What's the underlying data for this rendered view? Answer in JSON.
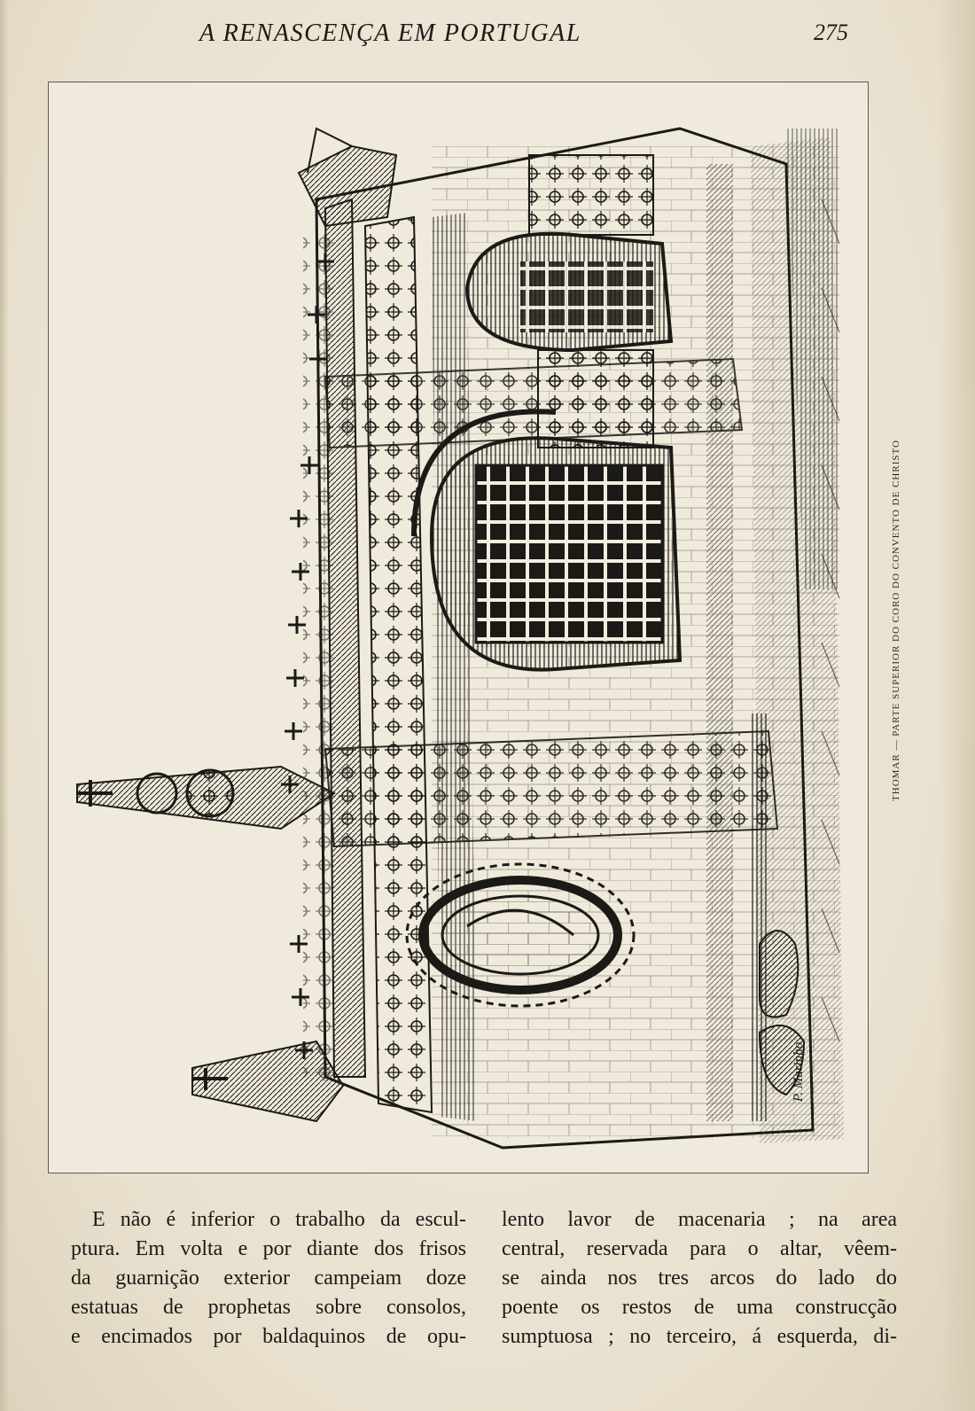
{
  "header": {
    "running_title": "A RENASCENÇA EM PORTUGAL",
    "page_number": "275"
  },
  "illustration": {
    "caption": "THOMAR — PARTE SUPERIOR DO CORO DO CONVENTO DE CHRISTO",
    "signature": "P. Marinho"
  },
  "body": {
    "left_column": [
      "E não é inferior o trabalho da escul-",
      "ptura. Em volta e por diante dos frisos",
      "da guarnição exterior campeiam doze",
      "estatuas de prophetas sobre consolos,",
      "e encimados por baldaquinos de opu-"
    ],
    "right_column": [
      "lento lavor de macenaria ; na area",
      "central, reservada para o altar, vêem-",
      "se ainda nos tres arcos do lado do",
      "poente os restos de uma construcção",
      "sumptuosa ; no terceiro, á esquerda, di-"
    ]
  }
}
